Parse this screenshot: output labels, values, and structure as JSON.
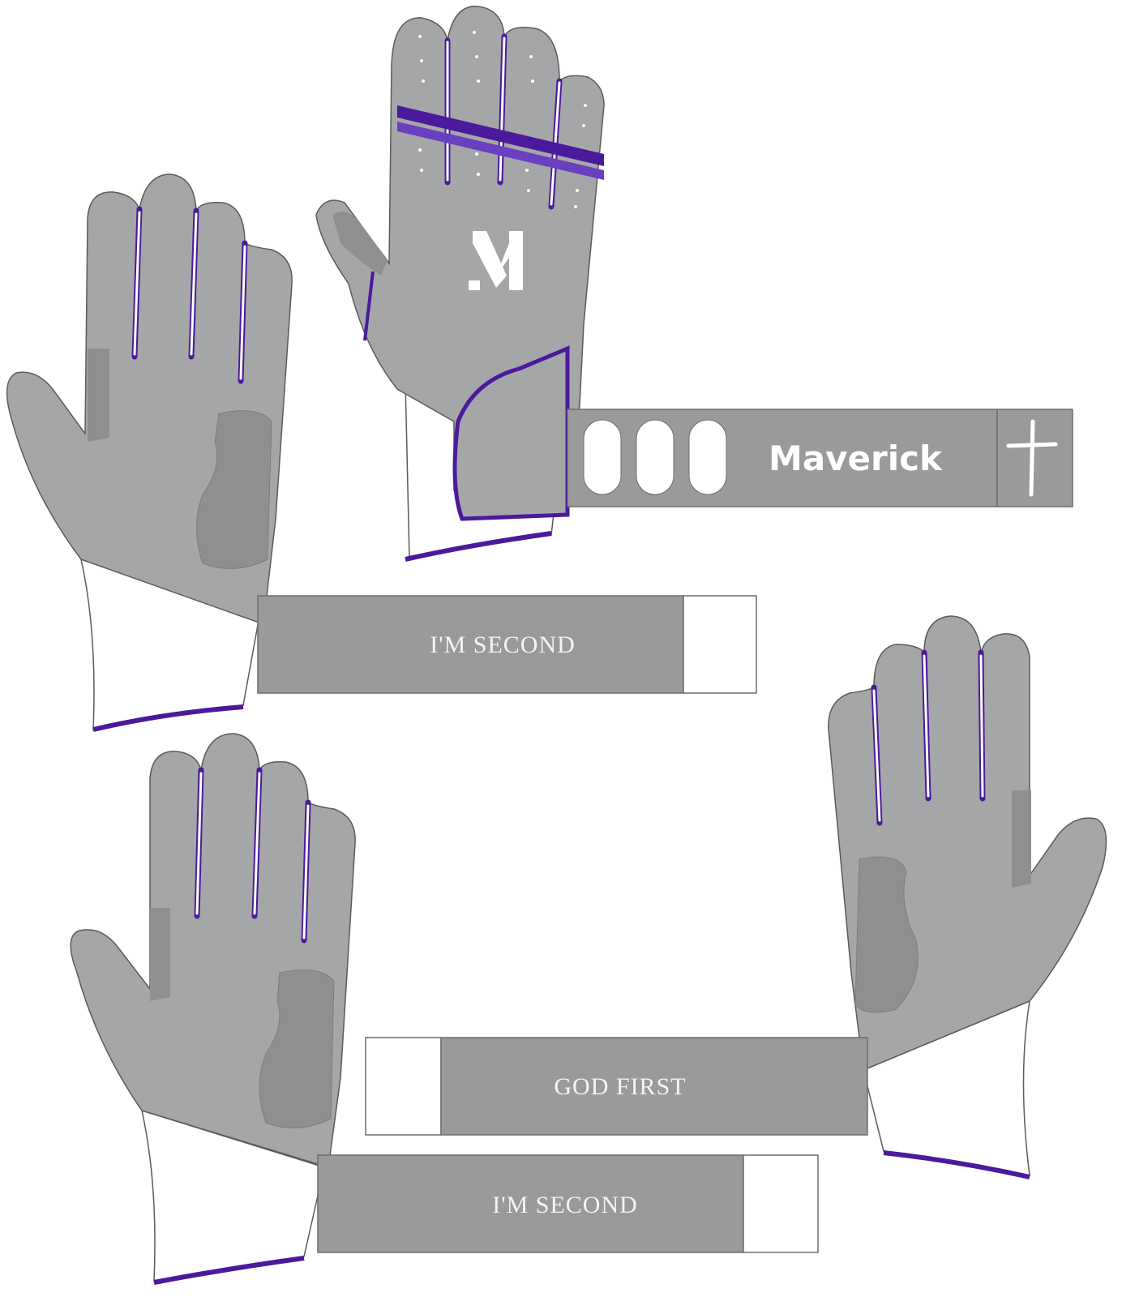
{
  "colors": {
    "glove_gray": "#a5a6a8",
    "pad_gray": "#8e8f91",
    "accent_purple": "#4b1a9c",
    "white": "#ffffff",
    "outline": "#5b5b5b"
  },
  "gloves": [
    {
      "view": "back",
      "logo": "M",
      "strap": {
        "brand_text": "Maverick",
        "icon": "cross-icon"
      }
    },
    {
      "view": "palm-left",
      "strap": {
        "text": "I'M SECOND"
      }
    },
    {
      "view": "palm-left-lower",
      "strap": {
        "text": "I'M SECOND"
      }
    },
    {
      "view": "palm-right-lower",
      "strap": {
        "text": "GOD FIRST"
      }
    }
  ]
}
